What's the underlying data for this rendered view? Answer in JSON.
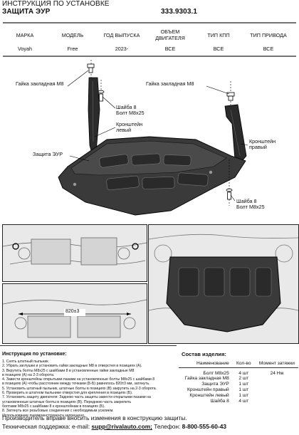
{
  "header": {
    "title_line1": "ИНСТРУКЦИЯ ПО УСТАНОВКЕ",
    "title_line2": "ЗАЩИТА ЭУР",
    "part_number": "333.9303.1"
  },
  "spec_table": {
    "columns": [
      "МАРКА",
      "МОДЕЛЬ",
      "ГОД ВЫПУСКА",
      "ОБЪЕМ ДВИГАТЕЛЯ",
      "ТИП КПП",
      "ТИП ПРИВОДА"
    ],
    "row": [
      "Voyah",
      "Free",
      "2023-",
      "ВСЕ",
      "ВСЕ",
      "ВСЕ"
    ]
  },
  "callouts": {
    "nut_left": "Гайка закладная М8",
    "nut_right": "Гайка закладная М8",
    "washer_bolt_left": [
      "Шайба 8",
      "Болт М8х25"
    ],
    "bracket_left": [
      "Кронштейн",
      "левый"
    ],
    "bracket_right": [
      "Кронштейн",
      "правый"
    ],
    "guard": "Защита ЭУР",
    "washer_bolt_bottom": [
      "Шайба 8",
      "Болт М8х25"
    ],
    "dimension": "820±3"
  },
  "instructions": {
    "title": "Инструкция по установке:",
    "lines": [
      "1. Снять штатный пыльник.",
      "2. Убрать заглушки и установить гайки закладные М8 в отверстия в позициях (А).",
      "3. Вкрутить болты М8х25 с шайбами 8 в установленные гайки закладные М8",
      "   в позициях (А) на 2-3 оборота.",
      "4. Завести кронштейны открытыми пазами на установленные болты М8х25 с шайбами 8",
      "   в позициях (А) чтобы расстояние между точками (Б-Б) равнялось 820±3 мм, затянуть.",
      "5. Установить штатный пыльник, штатные болты в позициях (В) закрутить на 2-3 оборота.",
      "6. Проверить в штатном пыльнике отверстия для крепления в позициях (Б).",
      "7. Установить защиту двигателя: Заднюю часть защиты завести открытыми пазами на",
      "   установленные штатные болты в позициях (В). Переднюю часть закрепить",
      "   болтами М8х25 с шайбами 8 к кронштейнам в позициях (Б).",
      "8. Затянуть все резьбовые соединения с необходимым усилием.",
      "   Использование пневмоинструмента запрещено."
    ]
  },
  "parts": {
    "title": "Состав изделия:",
    "headers": [
      "Наименование",
      "Кол-во",
      "Момент затяжки"
    ],
    "rows": [
      [
        "Болт М8х25",
        "4 шт",
        "24 Нм"
      ],
      [
        "Гайка закладная М8",
        "2 шт",
        ""
      ],
      [
        "Защита ЭУР",
        "1 шт",
        ""
      ],
      [
        "Кронштейн правый",
        "1 шт",
        ""
      ],
      [
        "Кронштейн левый",
        "1 шт",
        ""
      ],
      [
        "Шайба 8",
        "4 шт",
        ""
      ]
    ]
  },
  "footer": {
    "line1": "Производитель вправе вносить изменения в конструкцию защиты.",
    "line2_prefix": "Техническая поддержка:",
    "email_label": "e-mail:",
    "email": "supp@rivalauto.com;",
    "phone_label": "Телефон:",
    "phone": "8-800-555-60-43"
  }
}
